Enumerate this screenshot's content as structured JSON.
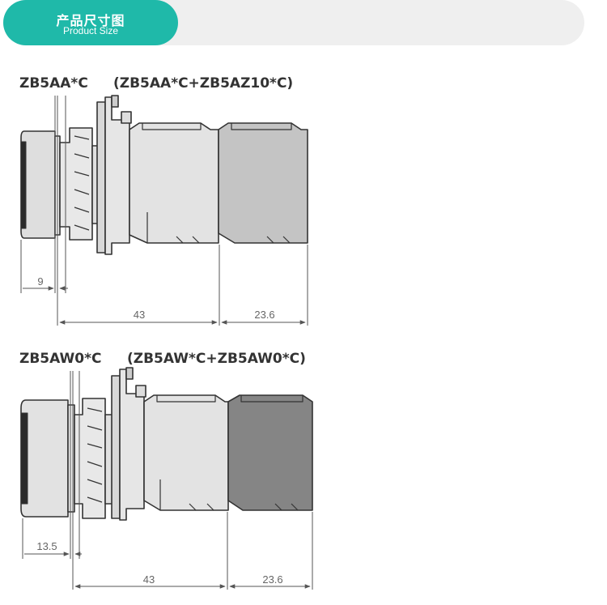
{
  "header": {
    "title": "产品尺寸图",
    "subtitle": "Product Size"
  },
  "diagram_top": {
    "model": "ZB5AA*C",
    "model_combo": "(ZB5AA*C+ZB5AZ10*C)",
    "dim_head": "9",
    "dim_body": "43",
    "dim_block": "23.6"
  },
  "diagram_bottom": {
    "model": "ZB5AW0*C",
    "model_combo": "(ZB5AW*C+ZB5AW0*C)",
    "dim_head": "13.5",
    "dim_body": "43",
    "dim_block": "23.6"
  },
  "colors": {
    "accent": "#1fb9a9",
    "body_light": "#e3e3e3",
    "block_top": "#c4c4c4",
    "block_bottom": "#858585",
    "outline": "#333333",
    "dim_line": "#555555"
  }
}
